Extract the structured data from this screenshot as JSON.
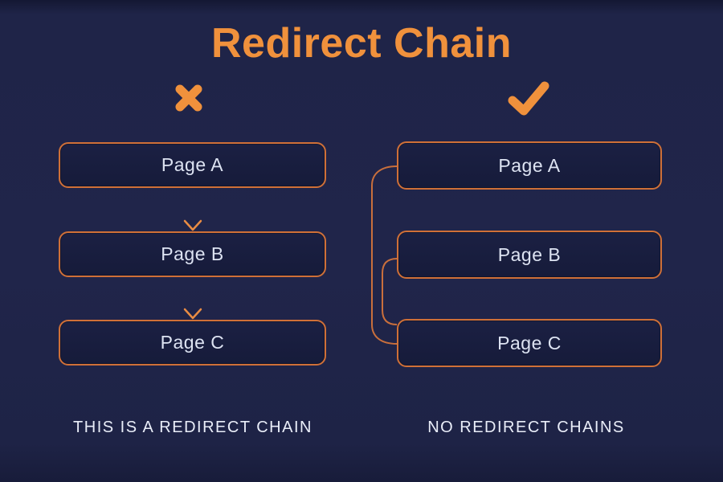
{
  "title": "Redirect Chain",
  "panels": {
    "left": {
      "icon": "cross-icon",
      "icon_glyph": "✕",
      "boxes": [
        "Page A",
        "Page B",
        "Page C"
      ],
      "caption": "THIS IS A REDIRECT CHAIN"
    },
    "right": {
      "icon": "check-icon",
      "icon_glyph": "✓",
      "boxes": [
        "Page A",
        "Page B",
        "Page C"
      ],
      "caption": "NO REDIRECT CHAINS"
    }
  },
  "colors": {
    "background": "#20254a",
    "box_fill": "#171c3c",
    "box_border": "#cf7038",
    "accent_orange": "#f0913c",
    "connector_line": "#c96f3c",
    "arrow_head": "#ea8c43",
    "box_text": "#dde3f2",
    "caption_text": "#e9edf8"
  }
}
